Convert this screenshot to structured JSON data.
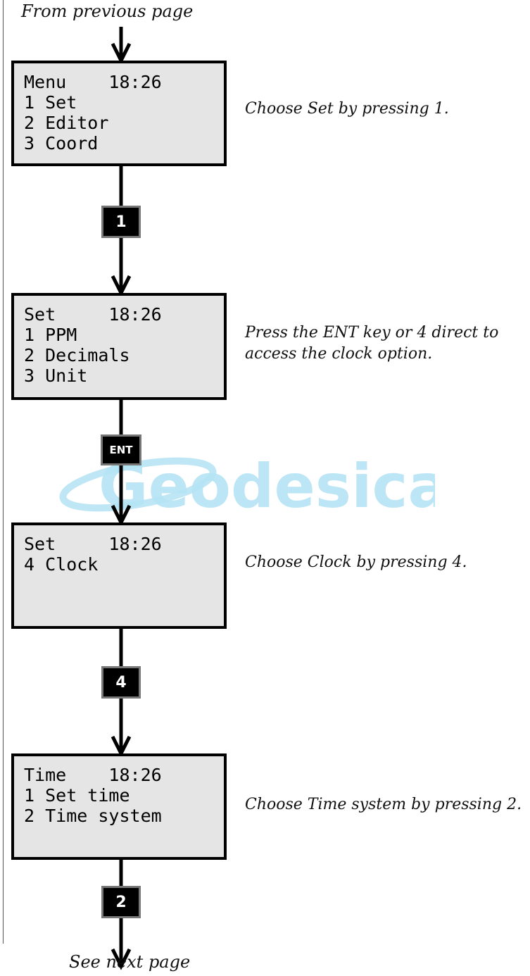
{
  "header_caption": "From previous page",
  "footer_caption": "See next page",
  "watermark_text": "Geodesical",
  "steps": [
    {
      "screen": [
        "Menu    18:26",
        "1 Set",
        "2 Editor",
        "3 Coord"
      ],
      "instruction": [
        "Choose Set by pressing 1."
      ],
      "key": "1"
    },
    {
      "screen": [
        "Set     18:26",
        "1 PPM",
        "2 Decimals",
        "3 Unit"
      ],
      "instruction": [
        "Press the ENT key or 4 direct to",
        "access the clock option."
      ],
      "key": "ENT"
    },
    {
      "screen": [
        "Set     18:26",
        "4 Clock"
      ],
      "instruction": [
        "Choose Clock by pressing 4."
      ],
      "key": "4"
    },
    {
      "screen": [
        "Time    18:26",
        "1 Set time",
        "2 Time system"
      ],
      "instruction": [
        "Choose Time system by pressing 2."
      ],
      "key": "2"
    }
  ]
}
